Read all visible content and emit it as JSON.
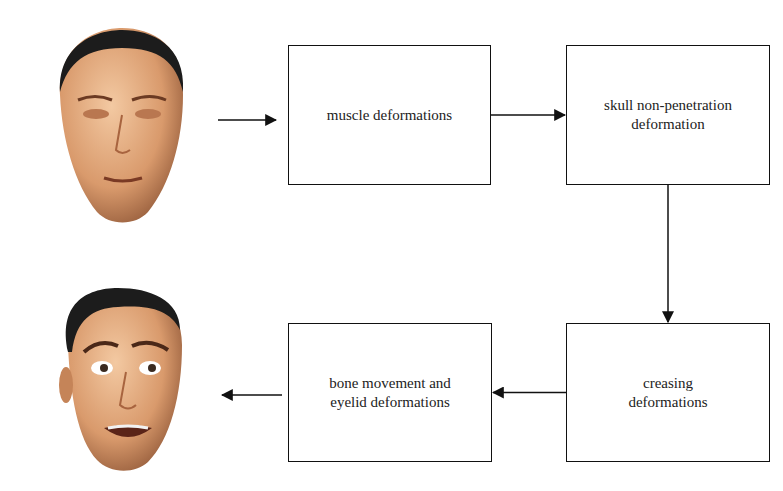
{
  "diagram": {
    "nodes": [
      {
        "text": [
          "muscle deformations"
        ]
      },
      {
        "text": [
          "skull non-penetration deformation"
        ]
      },
      {
        "text": [
          "creasing deformations"
        ]
      },
      {
        "text": [
          "bone movement and eyelid deformations"
        ]
      }
    ],
    "edges": [
      {
        "from": 0,
        "to": 1,
        "arrow": "to"
      },
      {
        "from": 1,
        "to": 2,
        "arrow": "to"
      },
      {
        "from": 2,
        "to": 3,
        "arrow": "to"
      }
    ]
  }
}
